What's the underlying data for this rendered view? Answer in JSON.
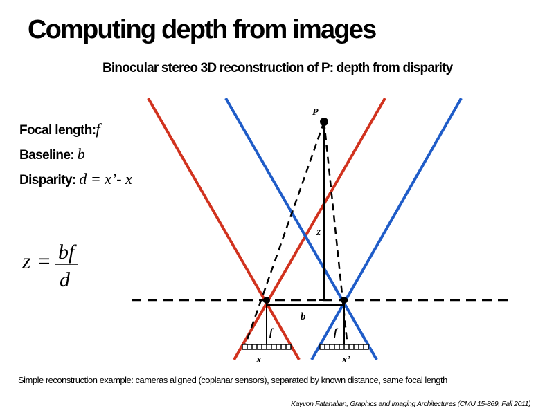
{
  "title": "Computing depth from images",
  "subtitle": "Binocular stereo 3D reconstruction of P: depth from disparity",
  "definitions": {
    "focal": {
      "label": "Focal length:",
      "symbol": "f"
    },
    "baseline": {
      "label": "Baseline:",
      "symbol": "b"
    },
    "disparity": {
      "label": "Disparity:",
      "expression": "d = x’- x"
    }
  },
  "formula": {
    "lhs": "z =",
    "numerator": "bf",
    "denominator": "d"
  },
  "diagram_labels": {
    "point": "P",
    "depth": "z",
    "baseline": "b",
    "focal_left": "f",
    "focal_right": "f",
    "image_left": "x",
    "image_right": "x’"
  },
  "colors": {
    "left_camera": "#d1321e",
    "right_camera": "#1f5cc8"
  },
  "caption": "Simple reconstruction example: cameras aligned (coplanar sensors), separated by known distance, same focal length",
  "credit": "Kayvon Fatahalian, Graphics and Imaging Architectures (CMU 15-869, Fall 2011)"
}
